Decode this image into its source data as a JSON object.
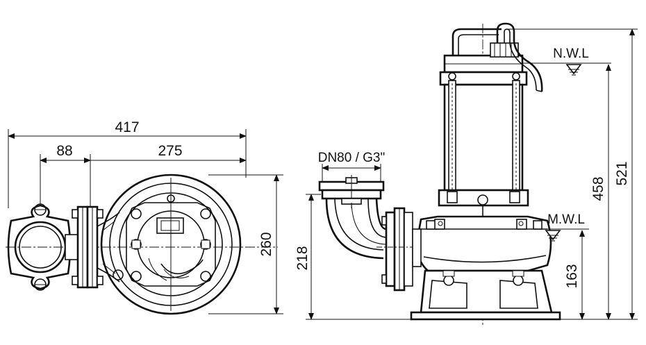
{
  "dimensions": {
    "overall_width": "417",
    "outlet_offset": "88",
    "body_width": "275",
    "plan_depth": "260",
    "outlet_height": "218",
    "overall_height": "521",
    "nwl_height": "458",
    "mwl_height": "163"
  },
  "labels": {
    "outlet": "DN80 / G3\"",
    "normal_water_level": "N.W.L",
    "minimum_water_level": "M.W.L"
  }
}
